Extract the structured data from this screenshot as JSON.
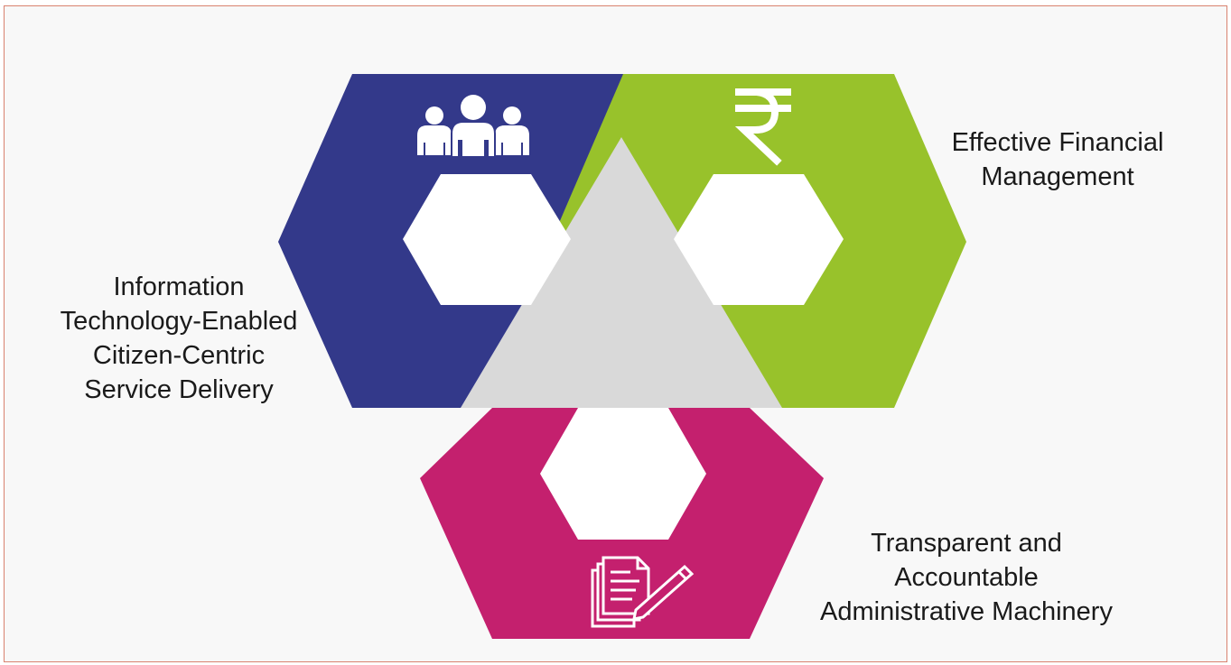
{
  "diagram": {
    "colors": {
      "left_hexagon": "#33398a",
      "right_hexagon": "#98c22b",
      "bottom_hexagon": "#c4206e",
      "center_triangle": "#d9d9d9",
      "inner_hexagons": "#ffffff",
      "text": "#1a1a1a",
      "border": "#d9826f"
    },
    "labels": {
      "left": [
        "Information",
        "Technology-Enabled",
        "Citizen-Centric",
        "Service Delivery"
      ],
      "right_top": [
        "Effective Financial",
        "Management"
      ],
      "bottom": [
        "Transparent and",
        "Accountable",
        "Administrative Machinery"
      ]
    },
    "icons": {
      "left": "people-group-icon",
      "right": "rupee-icon",
      "bottom": "document-pen-icon"
    }
  }
}
